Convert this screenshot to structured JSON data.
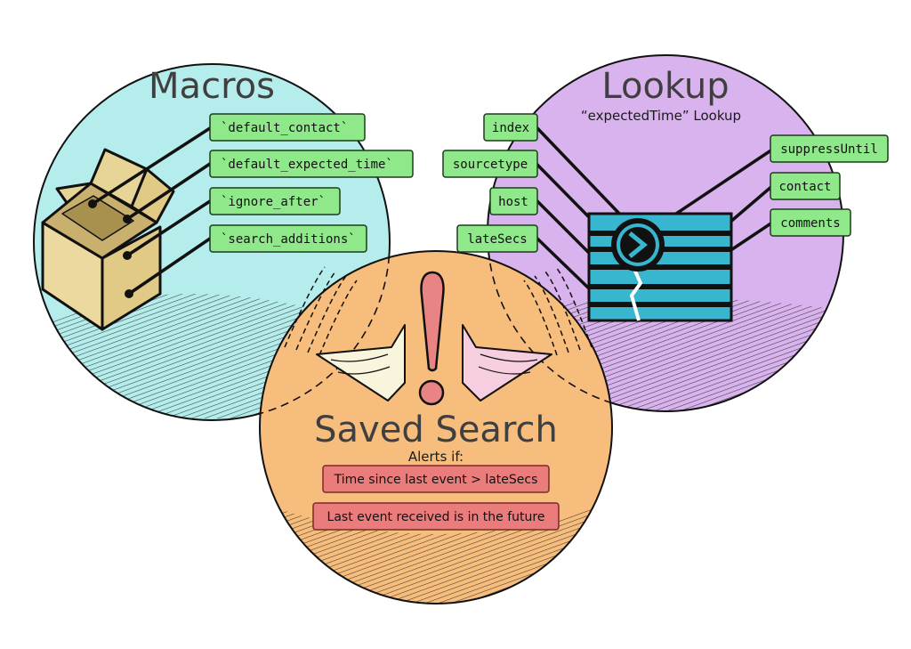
{
  "macros": {
    "title": "Macros",
    "items": [
      "`default_contact`",
      "`default_expected_time`",
      "`ignore_after`",
      "`search_additions`"
    ]
  },
  "lookup": {
    "title": "Lookup",
    "subtitle": "“expectedTime” Lookup",
    "left_fields": [
      "index",
      "sourcetype",
      "host",
      "lateSecs"
    ],
    "right_fields": [
      "suppressUntil",
      "contact",
      "comments"
    ]
  },
  "saved_search": {
    "title": "Saved Search",
    "alerts_label": "Alerts if:",
    "conditions": [
      "Time since last event > lateSecs",
      "Last event received is in the future"
    ]
  },
  "colors": {
    "macros_circle": "#b5ecec",
    "lookup_circle": "#d9b3ed",
    "saved_search_circle": "#f7bd7d",
    "tag_green": "#8fe88a",
    "condition_red": "#eb7c7c",
    "box_tan": "#ecd9a0",
    "lookup_icon_blue": "#38b5cf"
  },
  "icons": [
    "box-icon",
    "lookup-table-icon",
    "exclamation-icon"
  ]
}
